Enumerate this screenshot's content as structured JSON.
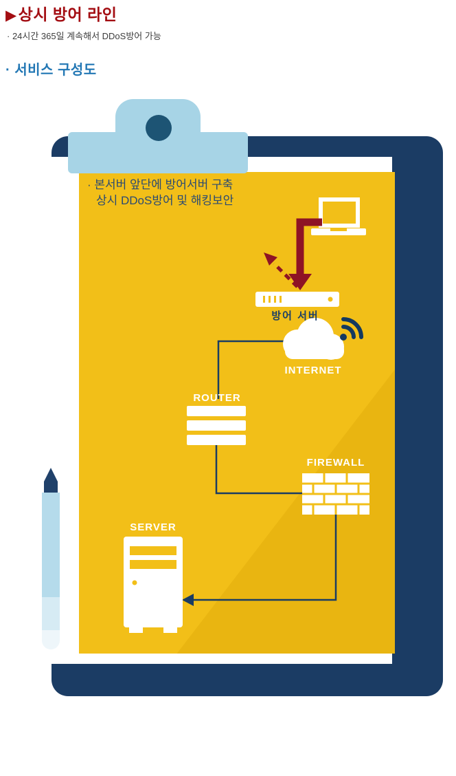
{
  "header": {
    "title_arrow": "▶",
    "title": "상시 방어 라인",
    "subtitle": "· 24시간 365일 계속해서 DDoS방어 가능",
    "section_title": "· 서비스  구성도"
  },
  "clipboard": {
    "note_line1": "· 본서버 앞단에 방어서버 구축",
    "note_line2": "상시 DDoS방어 및 해킹보안",
    "labels": {
      "defense_server": "방어 서버",
      "internet": "INTERNET",
      "router": "ROUTER",
      "firewall": "FIREWALL",
      "server": "SERVER"
    }
  },
  "colors": {
    "title_red": "#a30d12",
    "section_blue": "#2277b4",
    "board_navy": "#1b3c64",
    "clip_blue": "#a7d4e6",
    "clip_hole_navy": "#1d5474",
    "paper_yellow": "#f2bf18",
    "paper_shadow_yellow": "#e9b511",
    "arrow_red": "#8e1325",
    "line_navy": "#1a3c63",
    "note_navy": "#2a4a72",
    "label_white": "#ffffff"
  }
}
